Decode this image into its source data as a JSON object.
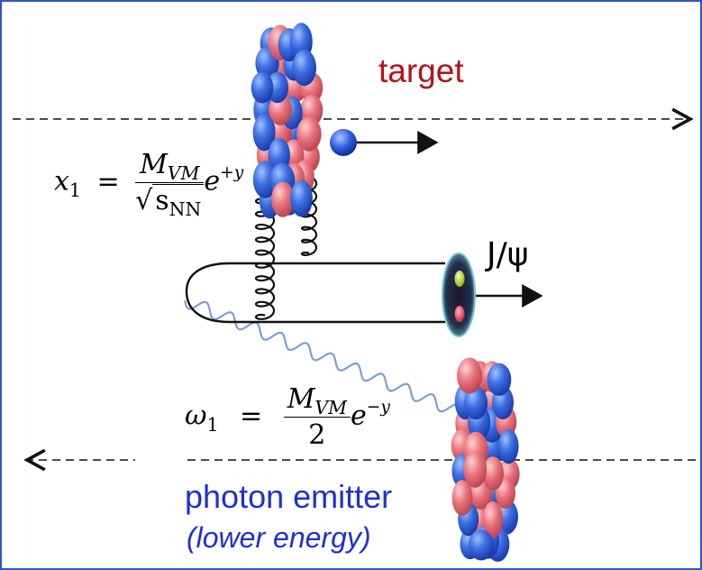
{
  "labels": {
    "target": "target",
    "meson": "J/ψ",
    "emitter_line1": "photon emitter",
    "emitter_line2": "(lower energy)"
  },
  "formula_x1": {
    "lhs": "x",
    "lhs_sub": "1",
    "eq": "=",
    "num_M": "M",
    "num_sub": "VM",
    "den_root": "√",
    "den_s": "s",
    "den_sub": "NN",
    "exp_base": "e",
    "exp": "+y"
  },
  "formula_omega": {
    "lhs": "ω",
    "lhs_sub": "1",
    "eq": "=",
    "num_M": "M",
    "num_sub": "VM",
    "den": "2",
    "exp_base": "e",
    "exp": "−y"
  },
  "colors": {
    "target_label": "#b5121b",
    "emitter_label": "#1f2fd6",
    "border": "#2b57c9",
    "photon": "#7f9ed1",
    "nucleon_red": "#e8707a",
    "nucleon_blue": "#3d6fe0"
  }
}
